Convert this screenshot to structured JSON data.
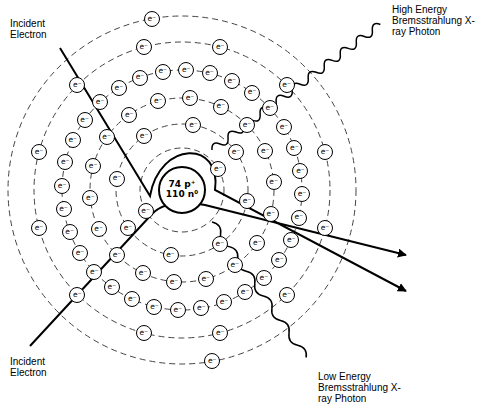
{
  "diagram": {
    "nodes": [
      {
        "text": [
          "74 p⁺ 110 n⁰"
        ]
      },
      {
        "text": [
          "e⁻"
        ]
      },
      {
        "text": [
          "e⁻"
        ]
      },
      {
        "text": [
          "e⁻"
        ]
      },
      {
        "text": [
          "e⁻"
        ]
      },
      {
        "text": [
          "e⁻"
        ]
      },
      {
        "text": [
          "e⁻"
        ]
      },
      {
        "text": [
          "e⁻"
        ]
      },
      {
        "text": [
          "e⁻"
        ]
      },
      {
        "text": [
          "e⁻"
        ]
      },
      {
        "text": [
          "e⁻"
        ]
      },
      {
        "text": [
          "e⁻"
        ]
      },
      {
        "text": [
          "e⁻"
        ]
      },
      {
        "text": [
          "e⁻"
        ]
      },
      {
        "text": [
          "e⁻"
        ]
      },
      {
        "text": [
          "e⁻"
        ]
      },
      {
        "text": [
          "e⁻"
        ]
      },
      {
        "text": [
          "e⁻"
        ]
      },
      {
        "text": [
          "e⁻"
        ]
      },
      {
        "text": [
          "e⁻"
        ]
      },
      {
        "text": [
          "e⁻"
        ]
      },
      {
        "text": [
          "e⁻"
        ]
      },
      {
        "text": [
          "e⁻"
        ]
      },
      {
        "text": [
          "e⁻"
        ]
      },
      {
        "text": [
          "e⁻"
        ]
      },
      {
        "text": [
          "e⁻"
        ]
      },
      {
        "text": [
          "e⁻"
        ]
      },
      {
        "text": [
          "e⁻"
        ]
      },
      {
        "text": [
          "e⁻"
        ]
      },
      {
        "text": [
          "e⁻"
        ]
      },
      {
        "text": [
          "e⁻"
        ]
      },
      {
        "text": [
          "e⁻"
        ]
      },
      {
        "text": [
          "e⁻"
        ]
      },
      {
        "text": [
          "e⁻"
        ]
      },
      {
        "text": [
          "e⁻"
        ]
      },
      {
        "text": [
          "e⁻"
        ]
      },
      {
        "text": [
          "e⁻"
        ]
      },
      {
        "text": [
          "e⁻"
        ]
      },
      {
        "text": [
          "e⁻"
        ]
      },
      {
        "text": [
          "e⁻"
        ]
      },
      {
        "text": [
          "e⁻"
        ]
      },
      {
        "text": [
          "e⁻"
        ]
      },
      {
        "text": [
          "e⁻"
        ]
      },
      {
        "text": [
          "e⁻"
        ]
      },
      {
        "text": [
          "e⁻"
        ]
      },
      {
        "text": [
          "e⁻"
        ]
      },
      {
        "text": [
          "e⁻"
        ]
      },
      {
        "text": [
          "e⁻"
        ]
      },
      {
        "text": [
          "e⁻"
        ]
      },
      {
        "text": [
          "e⁻"
        ]
      },
      {
        "text": [
          "e⁻"
        ]
      },
      {
        "text": [
          "e⁻"
        ]
      },
      {
        "text": [
          "e⁻"
        ]
      },
      {
        "text": [
          "e⁻"
        ]
      },
      {
        "text": [
          "e⁻"
        ]
      },
      {
        "text": [
          "e⁻"
        ]
      },
      {
        "text": [
          "e⁻"
        ]
      },
      {
        "text": [
          "e⁻"
        ]
      },
      {
        "text": [
          "e⁻"
        ]
      },
      {
        "text": [
          "e⁻"
        ]
      },
      {
        "text": [
          "e⁻"
        ]
      },
      {
        "text": [
          "e⁻"
        ]
      },
      {
        "text": [
          "e⁻"
        ]
      },
      {
        "text": [
          "e⁻"
        ]
      },
      {
        "text": [
          "e⁻"
        ]
      },
      {
        "text": [
          "e⁻"
        ]
      },
      {
        "text": [
          "e⁻"
        ]
      },
      {
        "text": [
          "e⁻"
        ]
      },
      {
        "text": [
          "e⁻"
        ]
      },
      {
        "text": [
          "e⁻"
        ]
      },
      {
        "text": [
          "e⁻"
        ]
      },
      {
        "text": [
          "e⁻"
        ]
      },
      {
        "text": [
          "e⁻"
        ]
      },
      {
        "text": [
          "e⁻"
        ]
      },
      {
        "text": [
          "e⁻"
        ]
      }
    ],
    "labels": [
      "Incident Electron",
      "High Energy Bremsstrahlung X-ray Photon",
      "Incident Electron",
      "Low Energy Bremsstrahlung X-ray Photon"
    ]
  }
}
